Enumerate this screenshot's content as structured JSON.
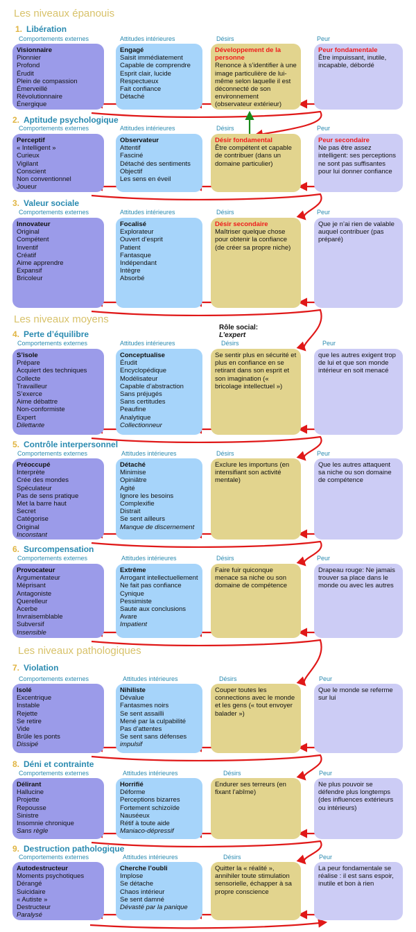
{
  "groups": [
    "Les niveaux épanouis",
    "Les niveaux moyens",
    "Les niveaux pathologiques"
  ],
  "columns": [
    "Comportements externes",
    "Attitudes intérieures",
    "Désirs",
    "Peur"
  ],
  "role": {
    "label": "Rôle social:",
    "value": "L’expert"
  },
  "levels": [
    {
      "num": "1.",
      "title": "Libération",
      "c1": {
        "head": "Visionnaire",
        "items": [
          "Pionnier",
          "Profond",
          "Érudit",
          "Plein de compassion",
          "Émerveillé",
          "Révolutionnaire",
          "Énergique"
        ]
      },
      "c2": {
        "head": "Engagé",
        "items": [
          "Saisit immédiatement",
          "Capable de comprendre",
          "Esprit clair, lucide",
          "Respectueux",
          "Fait confiance",
          "Détaché"
        ]
      },
      "c3": {
        "head": "Développement de la personne",
        "text": "Renonce à s’identifier à une image particulière de lui-même selon laquelle il est déconnecté de son environnement (observateur extérieur)"
      },
      "c4": {
        "head": "Peur fondamentale",
        "text": "Être impuissant, inutile, incapable, débordé"
      }
    },
    {
      "num": "2.",
      "title": "Aptitude psychologique",
      "c1": {
        "head": "Perceptif",
        "items": [
          "« Intelligent »",
          "Curieux",
          "Vigilant",
          "Conscient",
          "Non conventionnel",
          "Joueur"
        ]
      },
      "c2": {
        "head": "Observateur",
        "items": [
          "Attentif",
          "Fasciné",
          "Détaché des sentiments",
          "Objectif",
          "Les sens en éveil"
        ]
      },
      "c3": {
        "head": "Désir fondamental",
        "text": "Être compétent et capable de contribuer (dans un domaine particulier)"
      },
      "c4": {
        "head": "Peur secondaire",
        "text": "Ne pas être assez intelligent: ses perceptions ne sont pas suffisantes pour lui donner confiance"
      }
    },
    {
      "num": "3.",
      "title": "Valeur sociale",
      "c1": {
        "head": "Innovateur",
        "items": [
          "Original",
          "Compétent",
          "Inventif",
          "Créatif",
          "Aime apprendre",
          "Expansif",
          "Bricoleur"
        ]
      },
      "c2": {
        "head": "Focalisé",
        "items": [
          "Explorateur",
          "Ouvert d’esprit",
          "Patient",
          "Fantasque",
          "Indépendant",
          "Intègre",
          "Absorbé"
        ]
      },
      "c3": {
        "head": "Désir secondaire",
        "text": "Maîtriser quelque chose pour obtenir la confiance (de créer sa propre niche)"
      },
      "c4": {
        "head": "",
        "text": "Que je n’ai rien de valable auquel contribuer (pas préparé)"
      }
    },
    {
      "num": "4.",
      "title": "Perte d’équilibre",
      "c1": {
        "head": "S’isole",
        "items": [
          "Prépare",
          "Acquiert des techniques",
          "Collecte",
          "Travailleur",
          "S’exerce",
          "Aime débattre",
          "Non-conformiste",
          "Expert"
        ],
        "tail": "Dilettante"
      },
      "c2": {
        "head": "Conceptualise",
        "items": [
          "Érudit",
          "Encyclopédique",
          "Modélisateur",
          "Capable d’abstraction",
          "Sans préjugés",
          "Sans certitudes",
          "Peaufine",
          "Analytique"
        ],
        "tail": "Collectionneur"
      },
      "c3": {
        "head": "",
        "text": "Se sentir plus en sécurité et plus en confiance en se retirant dans son esprit et son imagination (« bricolage intellectuel »)"
      },
      "c4": {
        "head": "",
        "text": "que les autres exigent trop de lui et que son monde intérieur en soit menacé"
      }
    },
    {
      "num": "5.",
      "title": "Contrôle interpersonnel",
      "c1": {
        "head": "Préoccupé",
        "items": [
          "Interprète",
          "Crée des mondes",
          "Spéculateur",
          "Pas de sens pratique",
          "Met la barre haut",
          "Secret",
          "Catégorise",
          "Original"
        ],
        "tail": "Inconstant"
      },
      "c2": {
        "head": "Détaché",
        "items": [
          "Minimise",
          "Opiniâtre",
          "Agité",
          "Ignore les besoins",
          "Complexifie",
          "Distrait",
          "Se sent ailleurs"
        ],
        "tail": "Manque de discernement"
      },
      "c3": {
        "head": "",
        "text": "Exclure les importuns (en intensifiant son activité mentale)"
      },
      "c4": {
        "head": "",
        "text": "Que les autres attaquent sa niche ou son domaine de compétence"
      }
    },
    {
      "num": "6.",
      "title": "Surcompensation",
      "c1": {
        "head": "Provocateur",
        "items": [
          "Argumentateur",
          "Méprisant",
          "Antagoniste",
          "Querelleur",
          "Acerbe",
          "Invraisemblable",
          "Subversif"
        ],
        "tail": "Insensible"
      },
      "c2": {
        "head": "Extrême",
        "items": [
          "Arrogant intellectuellement",
          "Ne fait pas confiance",
          "Cynique",
          "Pessimiste",
          "Saute aux conclusions",
          "Avare"
        ],
        "tail": "Impatient"
      },
      "c3": {
        "head": "",
        "text": "Faire fuir quiconque menace sa niche ou son domaine de compétence"
      },
      "c4": {
        "head": "",
        "text": "Drapeau rouge: Ne jamais trouver sa place dans le monde ou avec les autres"
      }
    },
    {
      "num": "7.",
      "title": "Violation",
      "c1": {
        "head": "Isolé",
        "items": [
          "Excentrique",
          "Instable",
          "Rejette",
          "Se retire",
          "Vide",
          "Brûle les ponts"
        ],
        "tail": "Dissipé"
      },
      "c2": {
        "head": "Nihiliste",
        "items": [
          "Dévalue",
          "Fantasmes noirs",
          "Se sent assailli",
          "Mené par la culpabilité",
          "Pas d’attentes",
          "Se sent sans défenses"
        ],
        "tail": "impulsif"
      },
      "c3": {
        "head": "",
        "text": "Couper toutes les connections avec le monde et les gens (« tout envoyer balader »)"
      },
      "c4": {
        "head": "",
        "text": "Que le monde se referme sur lui"
      }
    },
    {
      "num": "8.",
      "title": "Déni et contrainte",
      "c1": {
        "head": "Délirant",
        "items": [
          "Hallucine",
          "Projette",
          "Repousse",
          "Sinistre",
          "Insomnie chronique"
        ],
        "tail": "Sans règle"
      },
      "c2": {
        "head": "Horrifié",
        "items": [
          "Déforme",
          "Perceptions bizarres",
          "Fortement schizoïde",
          "Nauséeux",
          "Rétif à toute aide"
        ],
        "tail": "Maniaco-dépressif"
      },
      "c3": {
        "head": "",
        "text": "Endurer ses terreurs (en fixant l’abîme)"
      },
      "c4": {
        "head": "",
        "text": "Ne plus pouvoir se défendre plus longtemps (des influences extérieurs ou intérieurs)"
      }
    },
    {
      "num": "9.",
      "title": "Destruction pathologique",
      "c1": {
        "head": "Autodestructeur",
        "items": [
          "Moments psychotiques",
          "Dérangé",
          "Suicidaire",
          "« Autiste »",
          "Destructeur"
        ],
        "tail": "Paralysé"
      },
      "c2": {
        "head": "Cherche l’oubli",
        "items": [
          "Implose",
          "Se détache",
          "Chaos intérieur",
          "Se sent damné"
        ],
        "tail": "Dévasté par la panique"
      },
      "c3": {
        "head": "",
        "text": "Quitter la « réalité », annihiler toute stimulation sensorielle, échapper à sa propre conscience"
      },
      "c4": {
        "head": "",
        "text": "La peur fondamentale se réalise : il est sans espoir, inutile et bon à rien"
      }
    }
  ]
}
